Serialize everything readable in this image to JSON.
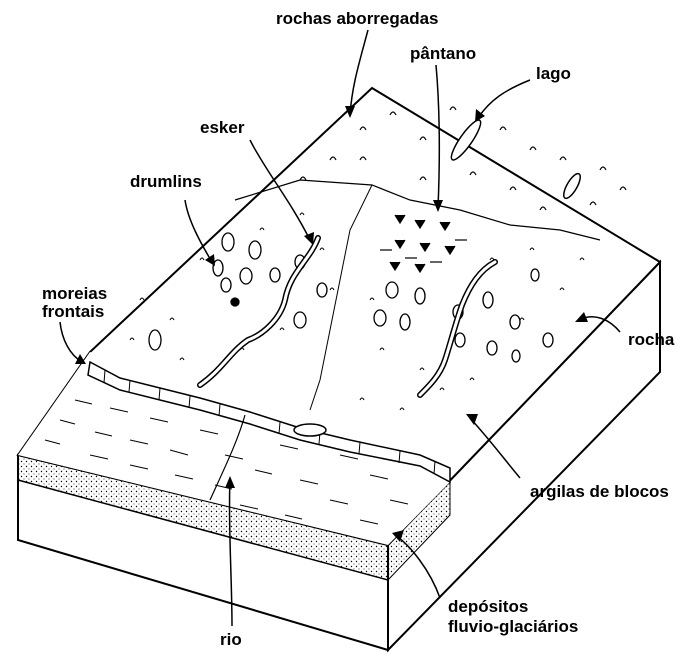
{
  "labels": {
    "rochas_aborregadas": "rochas aborregadas",
    "pantano": "pântano",
    "lago": "lago",
    "esker": "esker",
    "drumlins": "drumlins",
    "moreias_frontais_l1": "moreias",
    "moreias_frontais_l2": "frontais",
    "rocha": "rocha",
    "argilas_de_blocos": "argilas de blocos",
    "depositos_l1": "depósitos",
    "depositos_l2": "fluvio-glaciários",
    "rio": "rio"
  }
}
